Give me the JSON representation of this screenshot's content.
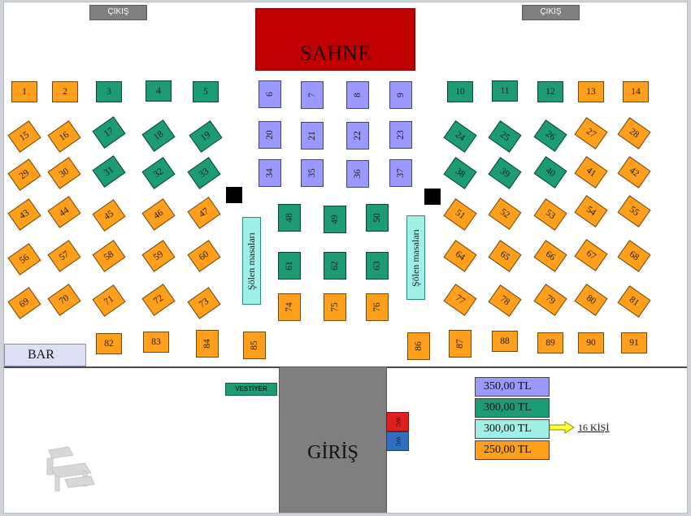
{
  "exits": [
    "ÇIKIŞ",
    "ÇIKIŞ"
  ],
  "stage": "SAHNE",
  "bar": "BAR",
  "entrance": "GİRİŞ",
  "cloakroom": "VESTİYER",
  "wc": [
    "WC",
    "WC"
  ],
  "banquet_label": "Şölen masaları",
  "legend": [
    {
      "price": "350,00 TL",
      "color": "#9999ff"
    },
    {
      "price": "300,00 TL",
      "color": "#1c9b74"
    },
    {
      "price": "300,00 TL",
      "color": "#9ff0e6"
    },
    {
      "price": "250,00 TL",
      "color": "#ff9f1c"
    }
  ],
  "banquet_note": "16 KİŞİ",
  "colors": {
    "t350": "#9999ff",
    "t300": "#1c9b74",
    "t300b": "#9ff0e6",
    "t250": "#ff9f1c",
    "stage": "#c00000",
    "entrance": "#7f7f7f",
    "wc_women": "#e02020",
    "wc_men": "#2f70c0"
  },
  "tables": [
    {
      "n": "1",
      "cls": "t250"
    },
    {
      "n": "2",
      "cls": "t250"
    },
    {
      "n": "3",
      "cls": "t300"
    },
    {
      "n": "4",
      "cls": "t300"
    },
    {
      "n": "5",
      "cls": "t300"
    },
    {
      "n": "6",
      "cls": "t350"
    },
    {
      "n": "7",
      "cls": "t350"
    },
    {
      "n": "8",
      "cls": "t350"
    },
    {
      "n": "9",
      "cls": "t350"
    },
    {
      "n": "10",
      "cls": "t300"
    },
    {
      "n": "11",
      "cls": "t300"
    },
    {
      "n": "12",
      "cls": "t300"
    },
    {
      "n": "13",
      "cls": "t250"
    },
    {
      "n": "14",
      "cls": "t250"
    },
    {
      "n": "15",
      "cls": "t250"
    },
    {
      "n": "16",
      "cls": "t250"
    },
    {
      "n": "17",
      "cls": "t300"
    },
    {
      "n": "18",
      "cls": "t300"
    },
    {
      "n": "19",
      "cls": "t300"
    },
    {
      "n": "20",
      "cls": "t350"
    },
    {
      "n": "21",
      "cls": "t350"
    },
    {
      "n": "22",
      "cls": "t350"
    },
    {
      "n": "23",
      "cls": "t350"
    },
    {
      "n": "24",
      "cls": "t300"
    },
    {
      "n": "25",
      "cls": "t300"
    },
    {
      "n": "26",
      "cls": "t300"
    },
    {
      "n": "27",
      "cls": "t250"
    },
    {
      "n": "28",
      "cls": "t250"
    },
    {
      "n": "29",
      "cls": "t250"
    },
    {
      "n": "30",
      "cls": "t250"
    },
    {
      "n": "31",
      "cls": "t300"
    },
    {
      "n": "32",
      "cls": "t300"
    },
    {
      "n": "33",
      "cls": "t300"
    },
    {
      "n": "34",
      "cls": "t350"
    },
    {
      "n": "35",
      "cls": "t350"
    },
    {
      "n": "36",
      "cls": "t350"
    },
    {
      "n": "37",
      "cls": "t350"
    },
    {
      "n": "38",
      "cls": "t300"
    },
    {
      "n": "39",
      "cls": "t300"
    },
    {
      "n": "40",
      "cls": "t300"
    },
    {
      "n": "41",
      "cls": "t250"
    },
    {
      "n": "42",
      "cls": "t250"
    },
    {
      "n": "43",
      "cls": "t250"
    },
    {
      "n": "44",
      "cls": "t250"
    },
    {
      "n": "45",
      "cls": "t250"
    },
    {
      "n": "46",
      "cls": "t250"
    },
    {
      "n": "47",
      "cls": "t250"
    },
    {
      "n": "48",
      "cls": "t300"
    },
    {
      "n": "49",
      "cls": "t300"
    },
    {
      "n": "50",
      "cls": "t300"
    },
    {
      "n": "51",
      "cls": "t250"
    },
    {
      "n": "52",
      "cls": "t250"
    },
    {
      "n": "53",
      "cls": "t250"
    },
    {
      "n": "54",
      "cls": "t250"
    },
    {
      "n": "55",
      "cls": "t250"
    },
    {
      "n": "56",
      "cls": "t250"
    },
    {
      "n": "57",
      "cls": "t250"
    },
    {
      "n": "58",
      "cls": "t250"
    },
    {
      "n": "59",
      "cls": "t250"
    },
    {
      "n": "60",
      "cls": "t250"
    },
    {
      "n": "61",
      "cls": "t300"
    },
    {
      "n": "62",
      "cls": "t300"
    },
    {
      "n": "63",
      "cls": "t300"
    },
    {
      "n": "64",
      "cls": "t250"
    },
    {
      "n": "65",
      "cls": "t250"
    },
    {
      "n": "66",
      "cls": "t250"
    },
    {
      "n": "67",
      "cls": "t250"
    },
    {
      "n": "68",
      "cls": "t250"
    },
    {
      "n": "69",
      "cls": "t250"
    },
    {
      "n": "70",
      "cls": "t250"
    },
    {
      "n": "71",
      "cls": "t250"
    },
    {
      "n": "72",
      "cls": "t250"
    },
    {
      "n": "73",
      "cls": "t250"
    },
    {
      "n": "74",
      "cls": "t250"
    },
    {
      "n": "75",
      "cls": "t250"
    },
    {
      "n": "76",
      "cls": "t250"
    },
    {
      "n": "77",
      "cls": "t250"
    },
    {
      "n": "78",
      "cls": "t250"
    },
    {
      "n": "79",
      "cls": "t250"
    },
    {
      "n": "80",
      "cls": "t250"
    },
    {
      "n": "81",
      "cls": "t250"
    },
    {
      "n": "82",
      "cls": "t250"
    },
    {
      "n": "83",
      "cls": "t250"
    },
    {
      "n": "84",
      "cls": "t250"
    },
    {
      "n": "85",
      "cls": "t250"
    },
    {
      "n": "86",
      "cls": "t250"
    },
    {
      "n": "87",
      "cls": "t250"
    },
    {
      "n": "88",
      "cls": "t250"
    },
    {
      "n": "89",
      "cls": "t250"
    },
    {
      "n": "90",
      "cls": "t250"
    },
    {
      "n": "91",
      "cls": "t250"
    }
  ]
}
